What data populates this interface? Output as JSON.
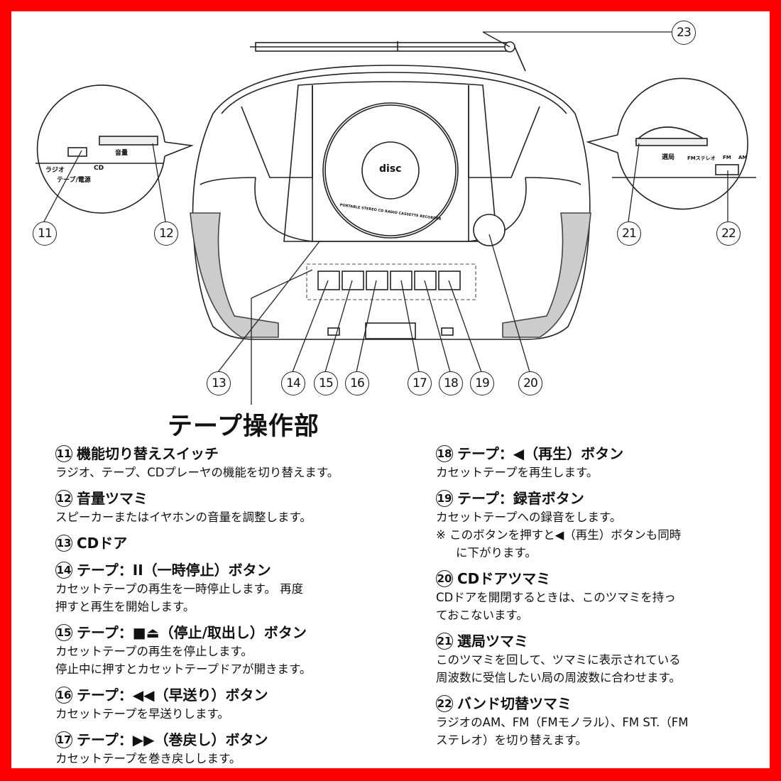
{
  "callouts": [
    "⑪",
    "⑫",
    "⑬",
    "⑭",
    "⑮",
    "⑯",
    "⑰",
    "⑱",
    "⑲",
    "⑳",
    "㉑",
    "㉒",
    "㉓"
  ],
  "callout_numbers": [
    "11",
    "12",
    "13",
    "14",
    "15",
    "16",
    "17",
    "18",
    "19",
    "20",
    "21",
    "22",
    "23"
  ],
  "left_inset": {
    "radio": "ラジオ",
    "cd": "CD",
    "tape_power": "テープ/電源",
    "volume": "音量"
  },
  "right_inset": {
    "tuning": "選局",
    "fm_stereo": "FMステレオ",
    "fm": "FM",
    "am": "AM"
  },
  "cd_lid": {
    "logo": "disc",
    "ring_text": "PORTABLE STEREO CD RADIO CASSETTE RECORDER"
  },
  "section_title": "テープ操作部",
  "items_left": [
    {
      "num": "11",
      "title": "機能切り替えスイッチ",
      "lines": [
        "ラジオ、テープ、CDプレーヤの機能を切り替えます。"
      ]
    },
    {
      "num": "12",
      "title": "音量ツマミ",
      "lines": [
        "スピーカーまたはイヤホンの音量を調整します。"
      ]
    },
    {
      "num": "13",
      "title": "CDドア",
      "lines": []
    },
    {
      "num": "14",
      "title": "テープ：II（一時停止）ボタン",
      "lines": [
        "カセットテープの再生を一時停止します。 再度",
        "押すと再生を開始します。"
      ]
    },
    {
      "num": "15",
      "title": "テープ：■⏏（停止/取出し）ボタン",
      "lines": [
        "カセットテープの再生を停止します。",
        "停止中に押すとカセットテープドアが開きます。"
      ]
    },
    {
      "num": "16",
      "title": "テープ：◀◀（早送り）ボタン",
      "lines": [
        "カセットテープを早送りします。"
      ]
    },
    {
      "num": "17",
      "title": "テープ：▶▶（巻戻し）ボタン",
      "lines": [
        "カセットテープを巻き戻しします。"
      ]
    }
  ],
  "items_right": [
    {
      "num": "18",
      "title": "テープ：◀（再生）ボタン",
      "lines": [
        "カセットテープを再生します。"
      ]
    },
    {
      "num": "19",
      "title": "テープ：録音ボタン",
      "lines": [
        "カセットテープへの録音をします。"
      ],
      "note": [
        "※ このボタンを押すと◀（再生）ボタンも同時",
        "に下がります。"
      ]
    },
    {
      "num": "20",
      "title": "CDドアツマミ",
      "lines": [
        "CDドアを開閉するときは、このツマミを持っ",
        "ておこないます。"
      ]
    },
    {
      "num": "21",
      "title": "選局ツマミ",
      "lines": [
        "このツマミを回して、ツマミに表示されている",
        "周波数に受信したい局の周波数に合わせます。"
      ]
    },
    {
      "num": "22",
      "title": "バンド切替ツマミ",
      "lines": [
        "ラジオのAM、FM（FMモノラル）、FM ST.（FM",
        "ステレオ）を切り替えます。"
      ]
    }
  ],
  "colors": {
    "border": "#ff0000",
    "ink": "#111111"
  }
}
